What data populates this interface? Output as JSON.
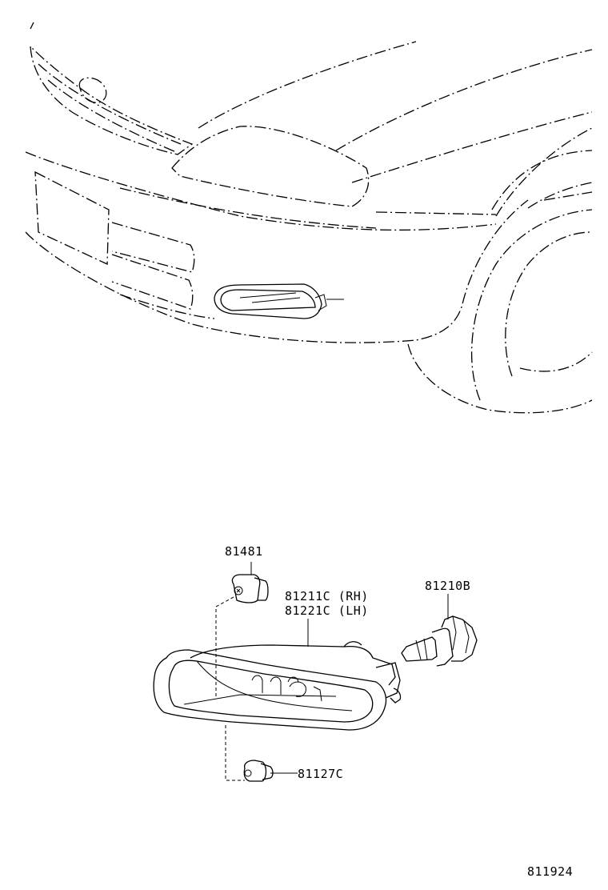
{
  "labels": {
    "bulb_socket_top": "81481",
    "fog_lamp_rh": "81211C (RH)",
    "fog_lamp_lh": "81221C (LH)",
    "bulb_main": "81210B",
    "bulb_socket_bottom": "81127C",
    "diagram_number": "811924"
  }
}
